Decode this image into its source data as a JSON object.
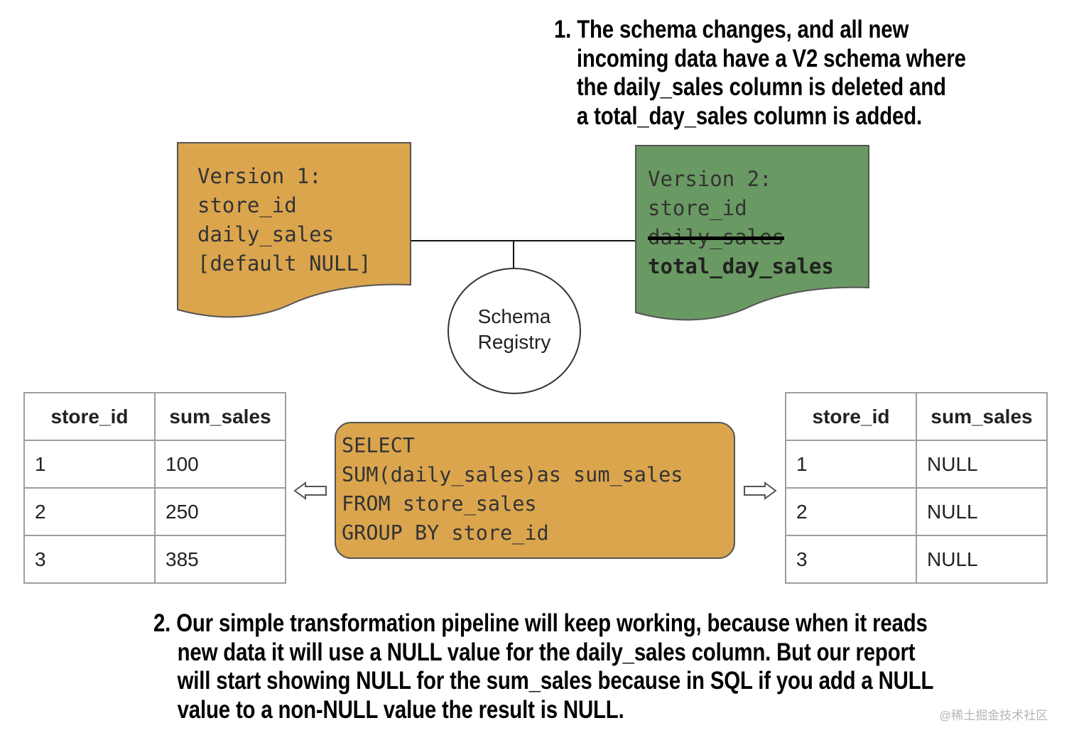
{
  "notes": {
    "note1": {
      "number": "1.",
      "lines": [
        "The schema changes, and all new",
        "incoming data have a V2 schema where",
        "the daily_sales column is deleted and",
        "a total_day_sales column is added."
      ]
    },
    "note2": {
      "number": "2.",
      "lines": [
        "Our simple transformation pipeline will keep working, because when it reads",
        "new data it will use a NULL value for the daily_sales column. But our report",
        "will start showing NULL for the sum_sales because in SQL if you add a NULL",
        "value to a non-NULL value the result is NULL."
      ]
    }
  },
  "schema_v1": {
    "lines": [
      "Version 1:",
      "store_id",
      "daily_sales",
      "[default NULL]"
    ],
    "color": "#DBA54E"
  },
  "schema_v2": {
    "title": "Version 2:",
    "field": "store_id",
    "deleted_field": "daily_sales",
    "added_field": "total_day_sales",
    "color": "#6A9A63"
  },
  "registry": {
    "lines": [
      "Schema",
      "Registry"
    ]
  },
  "sql": {
    "lines": [
      "SELECT",
      "SUM(daily_sales)as sum_sales",
      "FROM store_sales",
      "GROUP BY store_id"
    ],
    "color": "#DBA54E"
  },
  "table_left": {
    "headers": [
      "store_id",
      "sum_sales"
    ],
    "rows": [
      [
        "1",
        "100"
      ],
      [
        "2",
        "250"
      ],
      [
        "3",
        "385"
      ]
    ]
  },
  "table_right": {
    "headers": [
      "store_id",
      "sum_sales"
    ],
    "rows": [
      [
        "1",
        "NULL"
      ],
      [
        "2",
        "NULL"
      ],
      [
        "3",
        "NULL"
      ]
    ]
  },
  "watermark": "@稀土掘金技术社区"
}
